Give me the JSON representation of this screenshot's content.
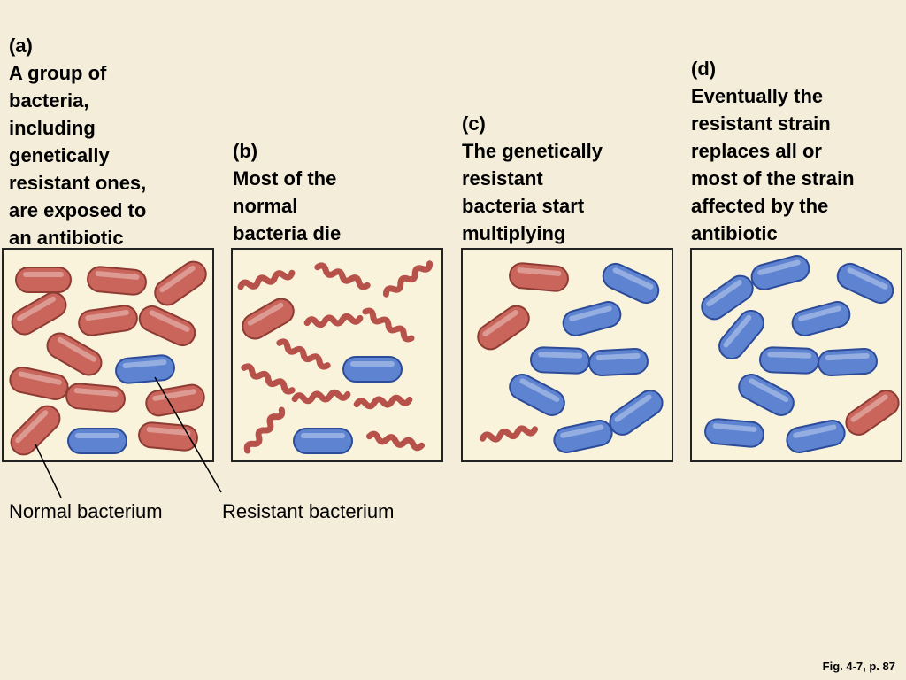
{
  "panels": [
    {
      "id": "a",
      "tag": "(a)",
      "text_lines": [
        "A group of",
        "bacteria,",
        "including",
        "genetically",
        "resistant ones,",
        "are exposed to",
        "an antibiotic"
      ]
    },
    {
      "id": "b",
      "tag": "(b)",
      "text_lines": [
        "Most of the",
        "normal",
        "bacteria die"
      ]
    },
    {
      "id": "c",
      "tag": "(c)",
      "text_lines": [
        "The genetically",
        "resistant",
        "bacteria start",
        "multiplying"
      ]
    },
    {
      "id": "d",
      "tag": "(d)",
      "text_lines": [
        "Eventually the",
        "resistant strain",
        "replaces all or",
        "most of the strain",
        "affected by the",
        "antibiotic"
      ]
    }
  ],
  "labels": {
    "normal": "Normal bacterium",
    "resistant": "Resistant bacterium"
  },
  "figure_ref": "Fig. 4-7, p. 87",
  "colors": {
    "background": "#f3edd9",
    "panel_fill": "#faf3dc",
    "normal_bacterium": "#c9655a",
    "normal_bacterium_outline": "#8e3b33",
    "resistant_bacterium": "#5d83d1",
    "resistant_bacterium_outline": "#2c4b98",
    "dead_bacterium": "#b6524a"
  }
}
